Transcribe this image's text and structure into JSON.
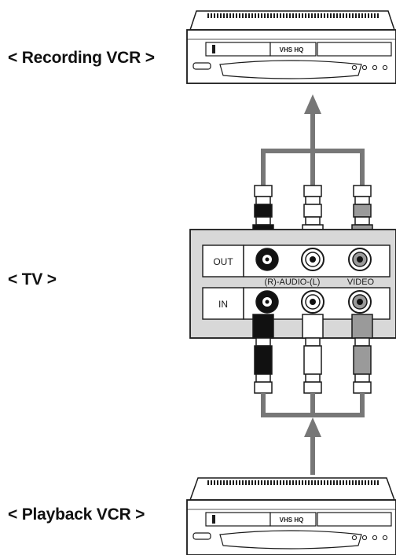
{
  "labels": {
    "recording_vcr": "< Recording VCR >",
    "tv": "< TV >",
    "playback_vcr": "< Playback VCR >"
  },
  "tv_panel": {
    "out_label": "OUT",
    "in_label": "IN",
    "audio_label": "(R)-AUDIO-(L)",
    "video_label": "VIDEO"
  },
  "vcr_badge": "VHS HQ",
  "colors": {
    "line": "#1a1a1a",
    "cable": "#777777",
    "panel_fill": "#d8d8d8",
    "plug_black": "#111111",
    "plug_grey": "#9a9a9a"
  }
}
